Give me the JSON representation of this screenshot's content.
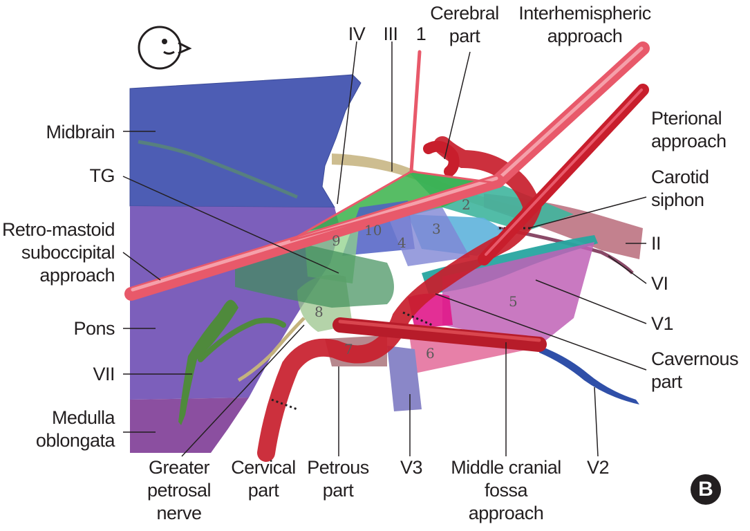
{
  "labels": {
    "midbrain": "Midbrain",
    "tg": "TG",
    "retromastoid_1": "Retro-mastoid",
    "retromastoid_2": "suboccipital",
    "retromastoid_3": "approach",
    "pons": "Pons",
    "vii": "VII",
    "medulla_1": "Medulla",
    "medulla_2": "oblongata",
    "iv": "IV",
    "iii": "III",
    "one": "1",
    "cerebral_1": "Cerebral",
    "cerebral_2": "part",
    "interhemispheric_1": "Interhemispheric",
    "interhemispheric_2": "approach",
    "pterional_1": "Pterional",
    "pterional_2": "approach",
    "carotid_1": "Carotid",
    "carotid_2": "siphon",
    "ii": "II",
    "vi": "VI",
    "v1": "V1",
    "cavernous_1": "Cavernous",
    "cavernous_2": "part",
    "v2": "V2",
    "middle_1": "Middle cranial",
    "middle_2": "fossa",
    "middle_3": "approach",
    "v3": "V3",
    "petrous_1": "Petrous",
    "petrous_2": "part",
    "cervical_1": "Cervical",
    "cervical_2": "part",
    "gpn_1": "Greater",
    "gpn_2": "petrosal",
    "gpn_3": "nerve"
  },
  "regions": [
    "1",
    "2",
    "3",
    "4",
    "5",
    "6",
    "7",
    "8",
    "9",
    "10"
  ],
  "panel_letter": "B",
  "colors": {
    "midbrain": "#4a5ab0",
    "pons": "#7a5cb6",
    "medulla": "#8a4f9a",
    "artery": "#c81e2c",
    "approach_rod": "#e8596a",
    "v2_nerve": "#2f4fa8",
    "v1_nerve": "#2aa6a0"
  }
}
